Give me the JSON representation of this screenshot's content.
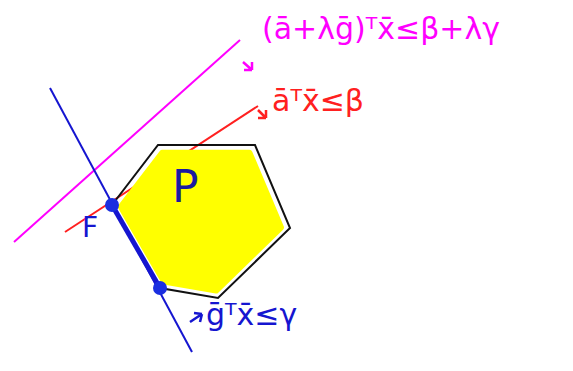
{
  "diagram": {
    "nodes": [
      {
        "text": [
          "P"
        ]
      }
    ],
    "labels": [
      "(ā+λḡ)ᵀx̄≤β+λγ",
      "āᵀx̄≤β",
      "F",
      "ḡᵀx̄≤γ"
    ]
  }
}
